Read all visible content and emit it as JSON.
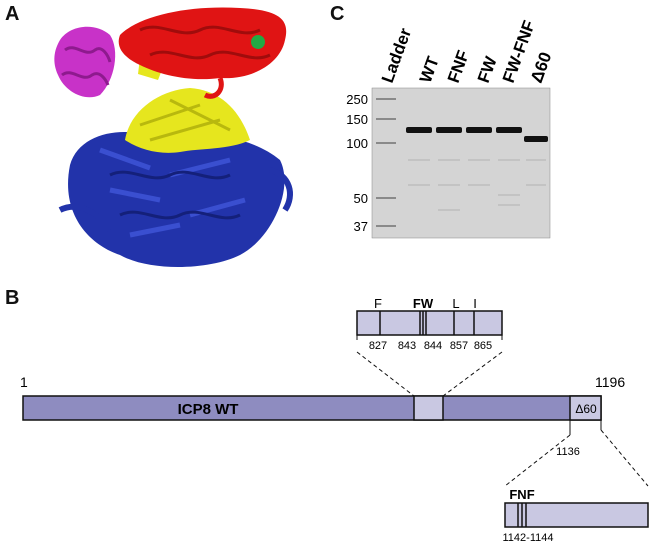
{
  "panels": {
    "a": {
      "letter": "A"
    },
    "b": {
      "letter": "B"
    },
    "c": {
      "letter": "C"
    }
  },
  "structure": {
    "colors": {
      "n_term": "#c832c8",
      "head": "#e01414",
      "neck": "#e6e61e",
      "body": "#2233aa",
      "ligand": "#22aa44"
    }
  },
  "gel": {
    "lane_labels": [
      "Ladder",
      "WT",
      "FNF",
      "FW",
      "FW-FNF",
      "Δ60"
    ],
    "marker_labels": [
      "250",
      "150",
      "100",
      "50",
      "37"
    ]
  },
  "domain_map": {
    "start_label": "1",
    "end_label": "1196",
    "protein_label": "ICP8 WT",
    "delta_label": "Δ60",
    "delta_start": "1136",
    "upper_inset": {
      "residue_letters": [
        "F",
        "FW",
        "L",
        "I"
      ],
      "positions": [
        "827",
        "843",
        "844",
        "857",
        "865"
      ]
    },
    "lower_inset": {
      "motif_label": "FNF",
      "range_label": "1142-1144"
    },
    "colors": {
      "main": "#8e8cc0",
      "light": "#c9c8e2",
      "outline": "#111111"
    }
  }
}
